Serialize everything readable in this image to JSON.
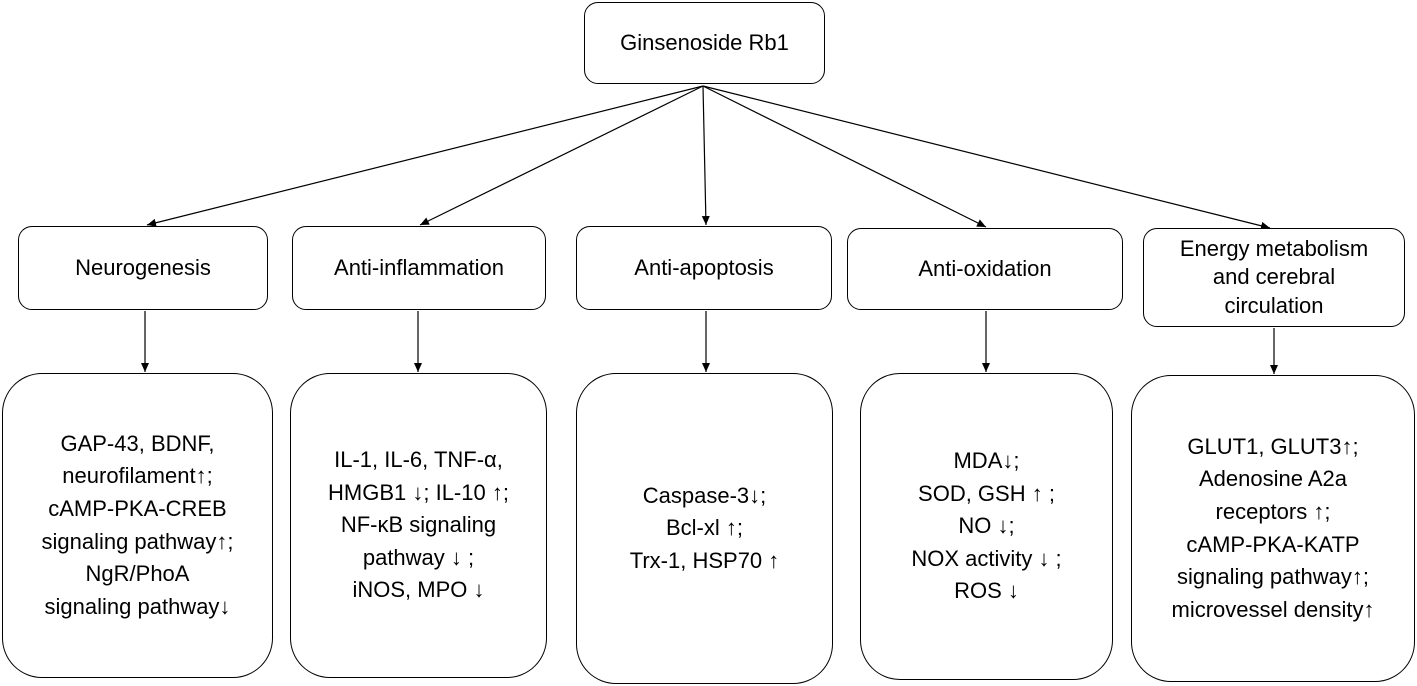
{
  "root": {
    "label": "Ginsenoside Rb1"
  },
  "categories": [
    {
      "title_lines": [
        "Neurogenesis"
      ],
      "detail_lines": [
        "GAP-43, BDNF,",
        "neurofilament↑;",
        "cAMP-PKA-CREB",
        "signaling pathway↑;",
        "NgR/PhoA",
        "signaling pathway↓"
      ]
    },
    {
      "title_lines": [
        "Anti-inflammation"
      ],
      "detail_lines": [
        "IL-1, IL-6, TNF-α,",
        "HMGB1 ↓; IL-10 ↑;",
        "NF-κB signaling",
        "pathway ↓ ;",
        "iNOS, MPO ↓"
      ]
    },
    {
      "title_lines": [
        "Anti-apoptosis"
      ],
      "detail_lines": [
        "Caspase-3↓;",
        "Bcl-xl ↑;",
        "Trx-1, HSP70 ↑"
      ]
    },
    {
      "title_lines": [
        "Anti-oxidation"
      ],
      "detail_lines": [
        "MDA↓;",
        "SOD, GSH ↑ ;",
        "NO ↓;",
        "NOX activity ↓ ;",
        "ROS ↓"
      ]
    },
    {
      "title_lines": [
        "Energy metabolism",
        "and cerebral",
        "circulation"
      ],
      "detail_lines": [
        "GLUT1, GLUT3↑;",
        "Adenosine A2a",
        "receptors ↑;",
        "cAMP-PKA-KATP",
        "signaling pathway↑;",
        "microvessel density↑"
      ]
    }
  ]
}
